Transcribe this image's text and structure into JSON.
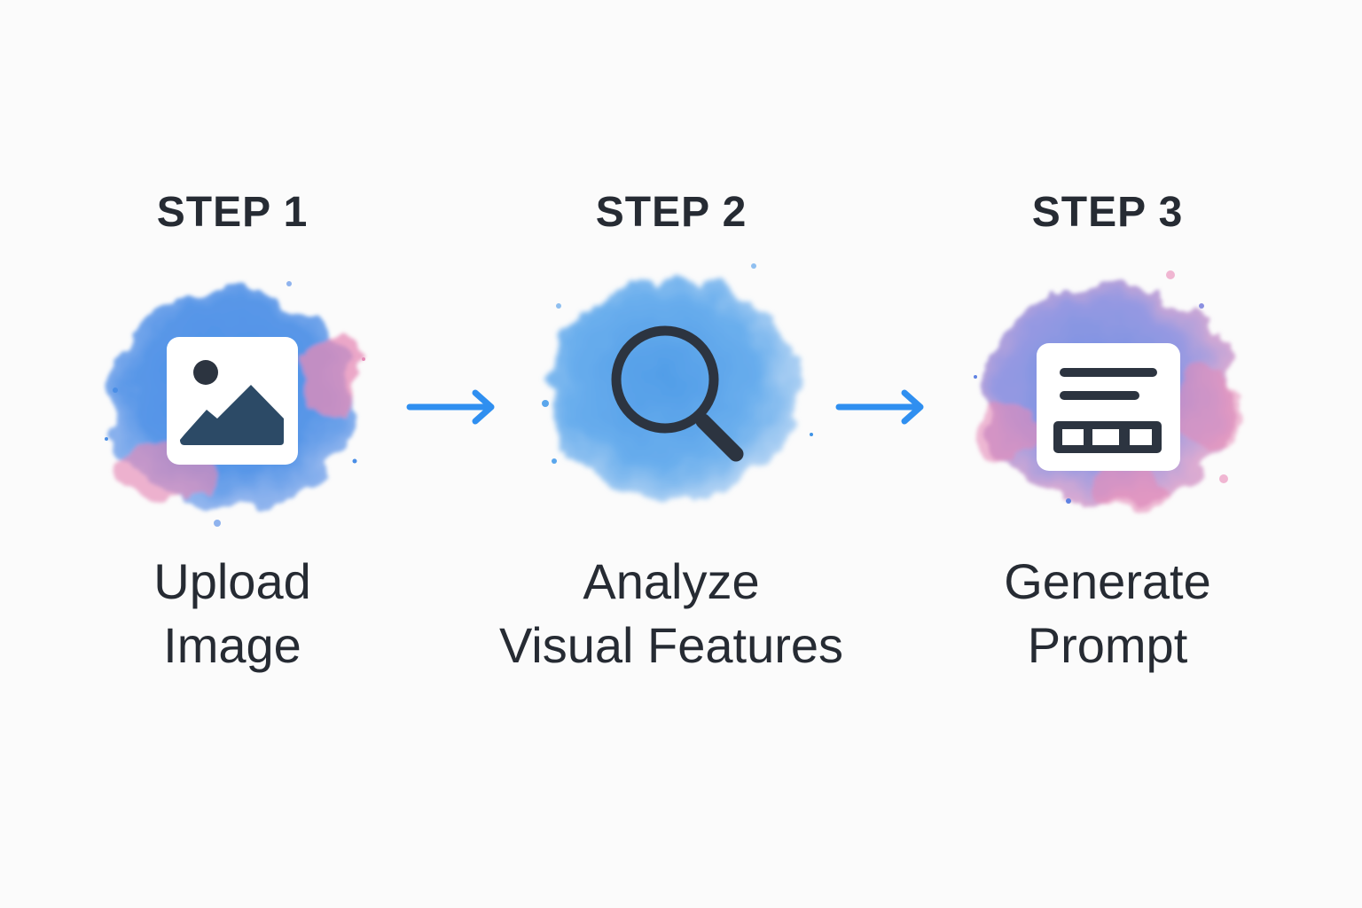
{
  "colors": {
    "accent": "#2f8ff0",
    "text": "#262b33",
    "icon_dark": "#2c3440",
    "watercolor_blue": "#3a86e6",
    "watercolor_pink": "#e58bb7",
    "background": "#fbfbfb"
  },
  "steps": [
    {
      "title": "STEP 1",
      "icon": "image-icon",
      "label_lines": [
        "Upload",
        "Image"
      ]
    },
    {
      "title": "STEP 2",
      "icon": "magnifier-icon",
      "label_lines": [
        "Analyze",
        "Visual Features"
      ]
    },
    {
      "title": "STEP 3",
      "icon": "prompt-document-icon",
      "label_lines": [
        "Generate",
        "Prompt"
      ]
    }
  ],
  "connectors": [
    {
      "from": "STEP 1",
      "to": "STEP 2",
      "icon": "arrow-right-icon"
    },
    {
      "from": "STEP 2",
      "to": "STEP 3",
      "icon": "arrow-right-icon"
    }
  ]
}
